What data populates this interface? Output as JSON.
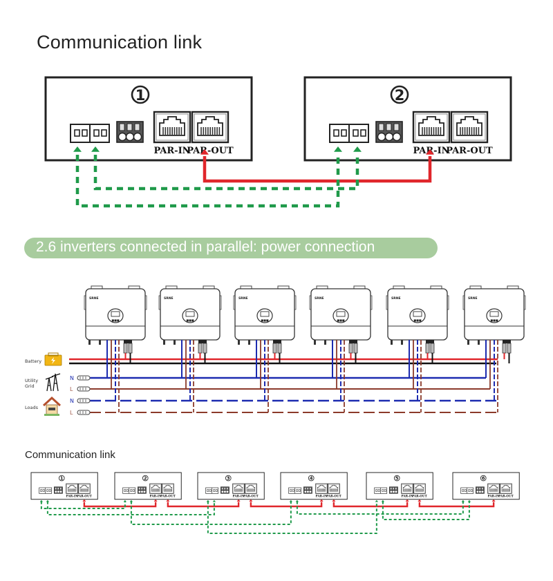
{
  "section1": {
    "title": "Communication link",
    "units": [
      {
        "number": "1",
        "ports": {
          "par_in": "PAR-IN",
          "par_out": "PAR-OUT"
        }
      },
      {
        "number": "2",
        "ports": {
          "par_in": "PAR-IN",
          "par_out": "PAR-OUT"
        }
      }
    ],
    "wire_colors": {
      "parallel_cable": "#e0262b",
      "current_sharing": "#1f9a4a"
    }
  },
  "section2": {
    "banner": "2.6 inverters connected in parallel: power connection",
    "banner_color": "#a8cc9e",
    "inverter_count": 6,
    "brand": "SRNE",
    "legend": [
      {
        "label": "Battery",
        "icon": "battery-icon"
      },
      {
        "label": "Utility Grid",
        "icon": "power-tower-icon",
        "lines": [
          "N",
          "L"
        ]
      },
      {
        "label": "Loads",
        "icon": "house-icon",
        "lines": [
          "N",
          "L"
        ]
      }
    ],
    "line_labels": {
      "grid_n": "N",
      "grid_l": "L",
      "load_n": "N",
      "load_l": "L"
    },
    "wire_colors": {
      "battery_pos": "#e0262b",
      "battery_neg": "#111111",
      "neutral": "#1c2bb0",
      "line": "#8b3a2a"
    }
  },
  "section3": {
    "title": "Communication link",
    "units": [
      {
        "number": "1",
        "ports": {
          "par_in": "PAR-IN",
          "par_out": "PAR-OUT"
        }
      },
      {
        "number": "2",
        "ports": {
          "par_in": "PAR-IN",
          "par_out": "PAR-OUT"
        }
      },
      {
        "number": "3",
        "ports": {
          "par_in": "PAR-IN",
          "par_out": "PAR-OUT"
        }
      },
      {
        "number": "4",
        "ports": {
          "par_in": "PAR-IN",
          "par_out": "PAR-OUT"
        }
      },
      {
        "number": "5",
        "ports": {
          "par_in": "PAR-IN",
          "par_out": "PAR-OUT"
        }
      },
      {
        "number": "6",
        "ports": {
          "par_in": "PAR-IN",
          "par_out": "PAR-OUT"
        }
      }
    ]
  }
}
